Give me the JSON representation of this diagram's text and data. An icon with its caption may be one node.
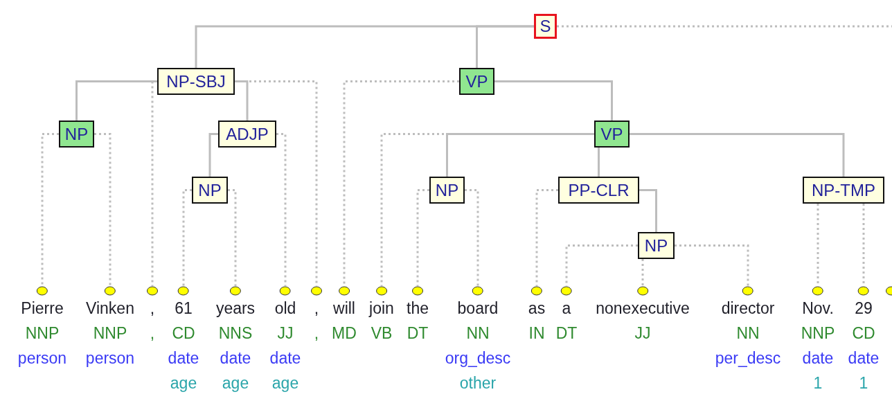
{
  "diagram": {
    "nodes": [
      {
        "text": [
          "S"
        ]
      },
      {
        "text": [
          "NP-SBJ"
        ]
      },
      {
        "text": [
          "NP"
        ]
      },
      {
        "text": [
          "ADJP"
        ]
      },
      {
        "text": [
          "NP"
        ]
      },
      {
        "text": [
          "VP"
        ]
      },
      {
        "text": [
          "VP"
        ]
      },
      {
        "text": [
          "NP"
        ]
      },
      {
        "text": [
          "PP-CLR"
        ]
      },
      {
        "text": [
          "NP"
        ]
      },
      {
        "text": [
          "NP-TMP"
        ]
      },
      {
        "text": [
          "Pierre",
          "NNP",
          "person"
        ]
      },
      {
        "text": [
          "Vinken",
          "NNP",
          "person"
        ]
      },
      {
        "text": [
          ",",
          ","
        ]
      },
      {
        "text": [
          "61",
          "CD",
          "date",
          "age"
        ]
      },
      {
        "text": [
          "years",
          "NNS",
          "date",
          "age"
        ]
      },
      {
        "text": [
          "old",
          "JJ",
          "date",
          "age"
        ]
      },
      {
        "text": [
          ",",
          ","
        ]
      },
      {
        "text": [
          "will",
          "MD"
        ]
      },
      {
        "text": [
          "join",
          "VB"
        ]
      },
      {
        "text": [
          "the",
          "DT"
        ]
      },
      {
        "text": [
          "board",
          "NN",
          "org_desc",
          "other"
        ]
      },
      {
        "text": [
          "as",
          "IN"
        ]
      },
      {
        "text": [
          "a",
          "DT"
        ]
      },
      {
        "text": [
          "nonexecutive",
          "JJ"
        ]
      },
      {
        "text": [
          "director",
          "NN",
          "per_desc"
        ]
      },
      {
        "text": [
          "Nov.",
          "NNP",
          "date",
          "1"
        ]
      },
      {
        "text": [
          "29",
          "CD",
          "date",
          "1"
        ]
      },
      {
        "text": [],
        "shape": "circle"
      }
    ],
    "edges": [
      {
        "from": 0,
        "to": 1,
        "arrow": "none"
      },
      {
        "from": 0,
        "to": 5,
        "arrow": "none"
      },
      {
        "from": 0,
        "to": null,
        "arrow": "none",
        "style": "dashed"
      },
      {
        "from": 1,
        "to": 2,
        "arrow": "none"
      },
      {
        "from": 1,
        "to": 13,
        "arrow": "none",
        "style": "dashed"
      },
      {
        "from": 1,
        "to": 3,
        "arrow": "none"
      },
      {
        "from": 1,
        "to": 17,
        "arrow": "none",
        "style": "dashed"
      },
      {
        "from": 2,
        "to": 11,
        "arrow": "none",
        "style": "dashed"
      },
      {
        "from": 2,
        "to": 12,
        "arrow": "none",
        "style": "dashed"
      },
      {
        "from": 3,
        "to": 4,
        "arrow": "none"
      },
      {
        "from": 3,
        "to": 16,
        "arrow": "none",
        "style": "dashed"
      },
      {
        "from": 4,
        "to": 14,
        "arrow": "none",
        "style": "dashed"
      },
      {
        "from": 4,
        "to": 15,
        "arrow": "none",
        "style": "dashed"
      },
      {
        "from": 5,
        "to": 18,
        "arrow": "none",
        "style": "dashed"
      },
      {
        "from": 5,
        "to": 6,
        "arrow": "none"
      },
      {
        "from": 6,
        "to": 19,
        "arrow": "none",
        "style": "dashed"
      },
      {
        "from": 6,
        "to": 7,
        "arrow": "none"
      },
      {
        "from": 6,
        "to": 8,
        "arrow": "none"
      },
      {
        "from": 6,
        "to": 10,
        "arrow": "none"
      },
      {
        "from": 7,
        "to": 20,
        "arrow": "none",
        "style": "dashed"
      },
      {
        "from": 7,
        "to": 21,
        "arrow": "none",
        "style": "dashed"
      },
      {
        "from": 8,
        "to": 22,
        "arrow": "none",
        "style": "dashed"
      },
      {
        "from": 8,
        "to": 9,
        "arrow": "none"
      },
      {
        "from": 9,
        "to": 23,
        "arrow": "none",
        "style": "dashed"
      },
      {
        "from": 9,
        "to": 24,
        "arrow": "none",
        "style": "dashed"
      },
      {
        "from": 9,
        "to": 25,
        "arrow": "none",
        "style": "dashed"
      },
      {
        "from": 10,
        "to": 26,
        "arrow": "none",
        "style": "dashed"
      },
      {
        "from": 10,
        "to": 27,
        "arrow": "none",
        "style": "dashed"
      }
    ]
  }
}
